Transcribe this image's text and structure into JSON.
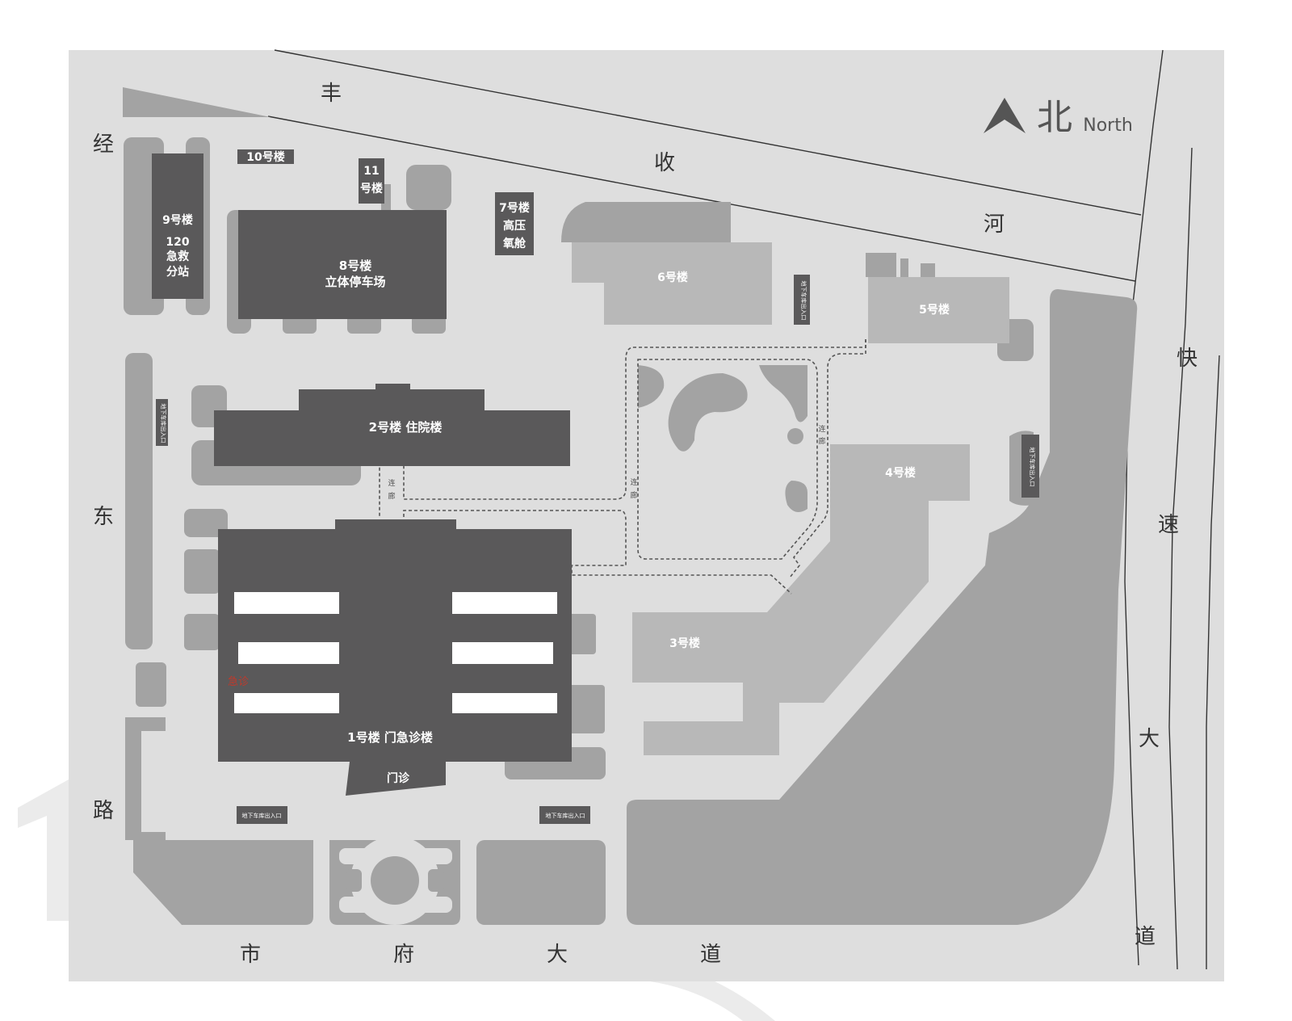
{
  "colors": {
    "background": "#ffffff",
    "ground": "#dedede",
    "dark_building": "#5a595a",
    "mid_building": "#a3a3a3",
    "light_building": "#b8b8b8",
    "road_text": "#333333",
    "emergency": "#c0392b",
    "watermark": "#ebebeb"
  },
  "compass": {
    "glyph": "北",
    "word": "North",
    "icon": "north-arrow-icon"
  },
  "roads": {
    "north": [
      "丰",
      "收",
      "河"
    ],
    "west": [
      "经",
      "东",
      "路"
    ],
    "south": [
      "市",
      "府",
      "大",
      "道"
    ],
    "east": [
      "快",
      "速",
      "大",
      "道"
    ]
  },
  "buildings": {
    "b1": "1号楼 门急诊楼",
    "b1_entrance": "门诊",
    "b1_emergency": "急诊",
    "b2": "2号楼 住院楼",
    "b3": "3号楼",
    "b4": "4号楼",
    "b5": "5号楼",
    "b6": "6号楼",
    "b7": [
      "7号楼",
      "高压",
      "氧舱"
    ],
    "b8": [
      "8号楼",
      "立体停车场"
    ],
    "b9": [
      "9号楼",
      "120",
      "急救",
      "分站"
    ],
    "b10": "10号楼",
    "b11": [
      "11",
      "号楼"
    ]
  },
  "parking_entrance": "地下车库出入口",
  "corridor": [
    "连",
    "廊"
  ]
}
